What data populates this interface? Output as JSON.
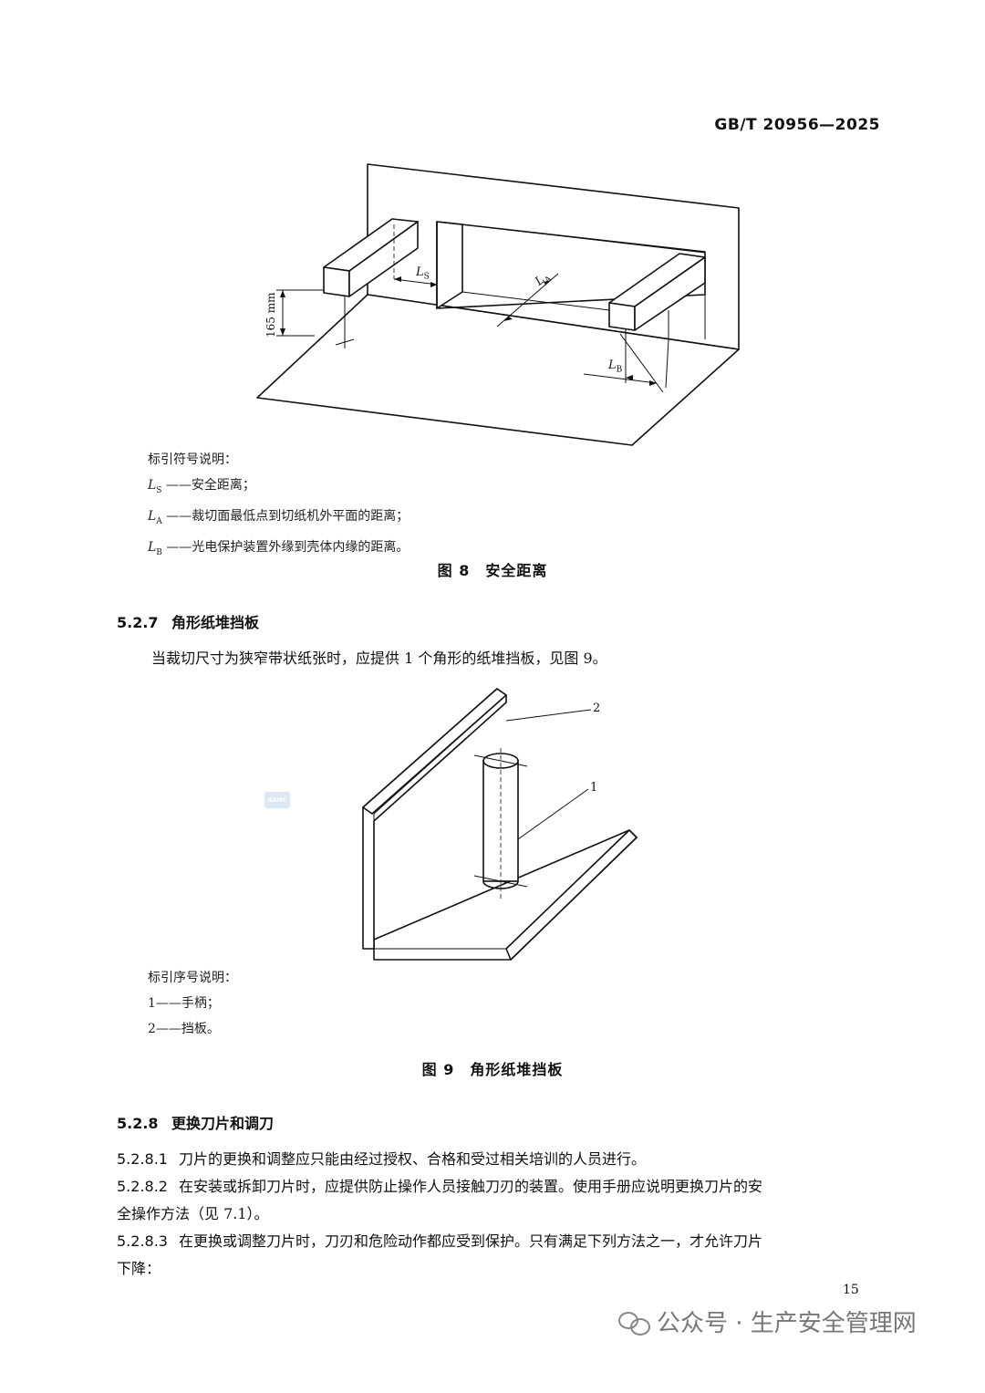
{
  "header": {
    "standard_code": "GB/T 20956—2025"
  },
  "figure8": {
    "dimension_label": "165 mm",
    "symbol_ls": "L",
    "symbol_ls_sub": "S",
    "symbol_la": "L",
    "symbol_la_sub": "A",
    "symbol_lb": "L",
    "symbol_lb_sub": "B",
    "legend_title": "标引符号说明：",
    "legend_items": [
      {
        "sym": "L",
        "sub": "S",
        "text": "——安全距离；"
      },
      {
        "sym": "L",
        "sub": "A",
        "text": "——裁切面最低点到切纸机外平面的距离；"
      },
      {
        "sym": "L",
        "sub": "B",
        "text": "——光电保护装置外缘到壳体内缘的距离。"
      }
    ],
    "caption": "图 8　安全距离"
  },
  "section_527": {
    "number": "5.2.7",
    "title": "角形纸堆挡板",
    "body": "当裁切尺寸为狭窄带状纸张时，应提供 1 个角形的纸堆挡板，见图 9。"
  },
  "figure9": {
    "callout_1": "1",
    "callout_2": "2",
    "legend_title": "标引序号说明：",
    "legend_items": [
      "1——手柄；",
      "2——挡板。"
    ],
    "caption": "图 9　角形纸堆挡板"
  },
  "section_528": {
    "number": "5.2.8",
    "title": "更换刀片和调刀",
    "paragraphs": [
      {
        "num": "5.2.8.1",
        "line1": "刀片的更换和调整应只能由经过授权、合格和受过相关培训的人员进行。",
        "line2": ""
      },
      {
        "num": "5.2.8.2",
        "line1": "在安装或拆卸刀片时，应提供防止操作人员接触刀刃的装置。使用手册应说明更换刀片的安",
        "line2": "全操作方法（见 7.1）。"
      },
      {
        "num": "5.2.8.3",
        "line1": "在更换或调整刀片时，刀刃和危险动作都应受到保护。只有满足下列方法之一，才允许刀片",
        "line2": "下降："
      }
    ]
  },
  "footer": {
    "page_number": "15",
    "watermark": "公众号 · 生产安全管理网"
  }
}
